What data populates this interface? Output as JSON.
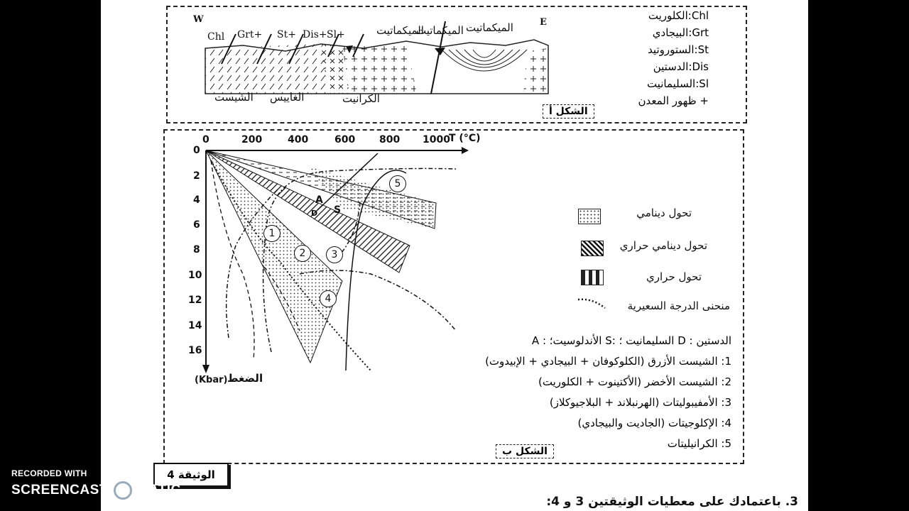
{
  "figure_a": {
    "dir_west": "W",
    "dir_east": "E",
    "zone_labels": [
      "Chl",
      "Grt+",
      "St+",
      "Dis+",
      "Sl+"
    ],
    "migmatite_left": "الميكماتيت",
    "migmatite_mid": "الميكماتيت",
    "migmatite_right": "الميكماتيت",
    "rock_schist": "الشيست",
    "rock_gneiss": "الغاييس",
    "rock_granite": "الكرانيت",
    "tag": "الشكل أ",
    "abbrev_legend": [
      {
        "abbr": "Chl",
        "name": "الكلوريت"
      },
      {
        "abbr": "Grt",
        "name": "البيجادي"
      },
      {
        "abbr": "St",
        "name": "الستوروتيد"
      },
      {
        "abbr": "Dis",
        "name": "الدستين"
      },
      {
        "abbr": "Sl",
        "name": "السليمانيت"
      }
    ],
    "mineral_appearance": "+ ظهور المعدن"
  },
  "figure_b": {
    "tag": "الشكل ب",
    "x_axis_label": "T (°C)",
    "y_axis_label": "الضغط",
    "y_axis_unit": "(Kbar)",
    "x_ticks": [
      "0",
      "200",
      "400",
      "600",
      "800",
      "1000"
    ],
    "y_ticks": [
      "0",
      "2",
      "4",
      "6",
      "8",
      "10",
      "12",
      "14",
      "16"
    ],
    "point_labels": {
      "A": "A",
      "S": "S",
      "D": "D"
    },
    "zone_numbers": [
      "1",
      "2",
      "3",
      "4",
      "5"
    ],
    "legend": [
      {
        "label": "تحول دينامي",
        "pattern": "dots"
      },
      {
        "label": "تحول دينامي حراري",
        "pattern": "hatch"
      },
      {
        "label": "تحول حراري",
        "pattern": "dashes"
      },
      {
        "label": "منحنى الدرجة السعيرية",
        "pattern": "dotted-curve"
      }
    ],
    "key_lines": [
      "A : الأندلوسيت؛ S: السليمانيت ؛ D : الدستين",
      "1: الشيست الأزرق (الكلوكوفان + البيجادي + الإبيدوت)",
      "2: الشيست الأخضر (الأكتينوت + الكلوريت)",
      "3: الأمفيبوليتات (الهرنبلاند + البلاجيوكلاز)",
      "4: الإكلوجيتات (الجاديت والبيجادي)",
      "5: الكرانيليتات"
    ]
  },
  "doc_label": "الوثيقة 4",
  "question": "3. باعتمادك على معطيات الوثيقتين 3 و 4:",
  "watermark": {
    "line1": "RECORDED WITH",
    "line2": "SCREENCAST",
    "line2b": "MATIC"
  }
}
